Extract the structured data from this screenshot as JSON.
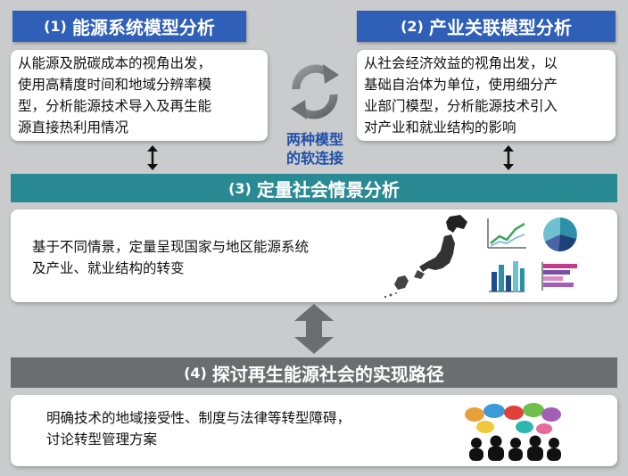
{
  "model1": {
    "number": "(1)",
    "title": "能源系统模型分析",
    "lines": [
      "从能源及脱碳成本的视角出发，",
      "使用高精度时间和地域分辨率模",
      "型，分析能源技术导入及再生能",
      "源直接热利用情况"
    ]
  },
  "model2": {
    "number": "(2)",
    "title": "产业关联模型分析",
    "lines": [
      "从社会经济效益的视角出发，以",
      "基础自治体为单位，使用细分产",
      "业部门模型，分析能源技术引入",
      "对产业和就业结构的影响"
    ]
  },
  "link": {
    "lines": [
      "两种模型",
      "的软连接"
    ]
  },
  "section3": {
    "number": "(3)",
    "title": "定量社会情景分析",
    "lines": [
      "基于不同情景，定量呈现国家与地区能源系统",
      "及产业、就业结构的转变"
    ]
  },
  "section4": {
    "number": "(4)",
    "title": "探讨再生能源社会的实现路径",
    "lines": [
      "明确技术的地域接受性、制度与法律等转型障碍，",
      "讨论转型管理方案"
    ]
  },
  "colors": {
    "blue_header": "#2f5fb6",
    "teal_header": "#2a8a94",
    "gray_header": "#6b6d70",
    "link_text": "#1f4fa8",
    "background": "#c9cbcd"
  }
}
